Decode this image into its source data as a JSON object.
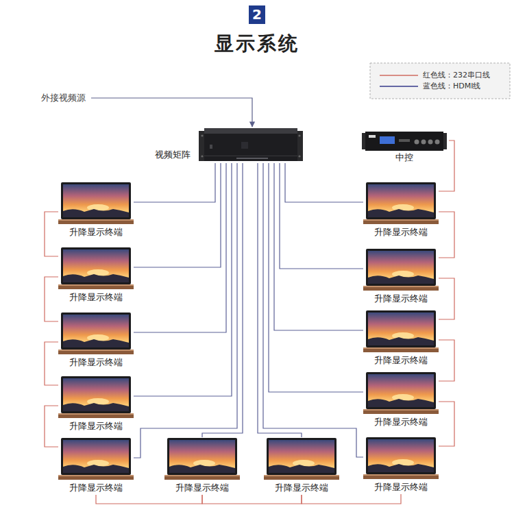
{
  "diagram": {
    "title": "显示系统",
    "nodes": [
      {
        "text": [
          "视频矩阵"
        ]
      },
      {
        "text": [
          "中控"
        ]
      },
      {
        "text": [
          "升降显示终端"
        ]
      },
      {
        "text": [
          "升降显示终端"
        ]
      },
      {
        "text": [
          "升降显示终端"
        ]
      },
      {
        "text": [
          "升降显示终端"
        ]
      },
      {
        "text": [
          "升降显示终端"
        ]
      },
      {
        "text": [
          "升降显示终端"
        ]
      },
      {
        "text": [
          "升降显示终端"
        ]
      },
      {
        "text": [
          "升降显示终端"
        ]
      },
      {
        "text": [
          "升降显示终端"
        ]
      },
      {
        "text": [
          "升降显示终端"
        ]
      },
      {
        "text": [
          "升降显示终端"
        ]
      },
      {
        "text": [
          "升降显示终端"
        ]
      }
    ],
    "edges": [
      {
        "from": 0,
        "to": 2,
        "arrow": "none"
      },
      {
        "from": 0,
        "to": 3,
        "arrow": "none"
      },
      {
        "from": 0,
        "to": 4,
        "arrow": "none"
      },
      {
        "from": 0,
        "to": 5,
        "arrow": "none"
      },
      {
        "from": 0,
        "to": 6,
        "arrow": "none"
      },
      {
        "from": 0,
        "to": 7,
        "arrow": "none"
      },
      {
        "from": 0,
        "to": 8,
        "arrow": "none"
      },
      {
        "from": 0,
        "to": 9,
        "arrow": "none"
      },
      {
        "from": 0,
        "to": 10,
        "arrow": "none"
      },
      {
        "from": 0,
        "to": 11,
        "arrow": "none"
      },
      {
        "from": 0,
        "to": 12,
        "arrow": "none"
      },
      {
        "from": 0,
        "to": 13,
        "arrow": "none"
      },
      {
        "from": 1,
        "to": 3,
        "arrow": "none"
      },
      {
        "from": 3,
        "to": 5,
        "arrow": "none"
      },
      {
        "from": 5,
        "to": 7,
        "arrow": "none"
      },
      {
        "from": 7,
        "to": 9,
        "arrow": "none"
      },
      {
        "from": 9,
        "to": 13,
        "arrow": "none"
      },
      {
        "from": 13,
        "to": 12,
        "arrow": "none"
      },
      {
        "from": 12,
        "to": 11,
        "arrow": "none"
      },
      {
        "from": 11,
        "to": 10,
        "arrow": "none"
      },
      {
        "from": 10,
        "to": 8,
        "arrow": "none"
      },
      {
        "from": 8,
        "to": 6,
        "arrow": "none"
      },
      {
        "from": 6,
        "to": 4,
        "arrow": "none"
      },
      {
        "from": 4,
        "to": 2,
        "arrow": "none"
      }
    ],
    "labels": [
      "2",
      "外接视频源"
    ],
    "legend": [
      {
        "text": "红色线：232串口线"
      },
      {
        "text": "蓝色线：HDMI线"
      }
    ]
  }
}
